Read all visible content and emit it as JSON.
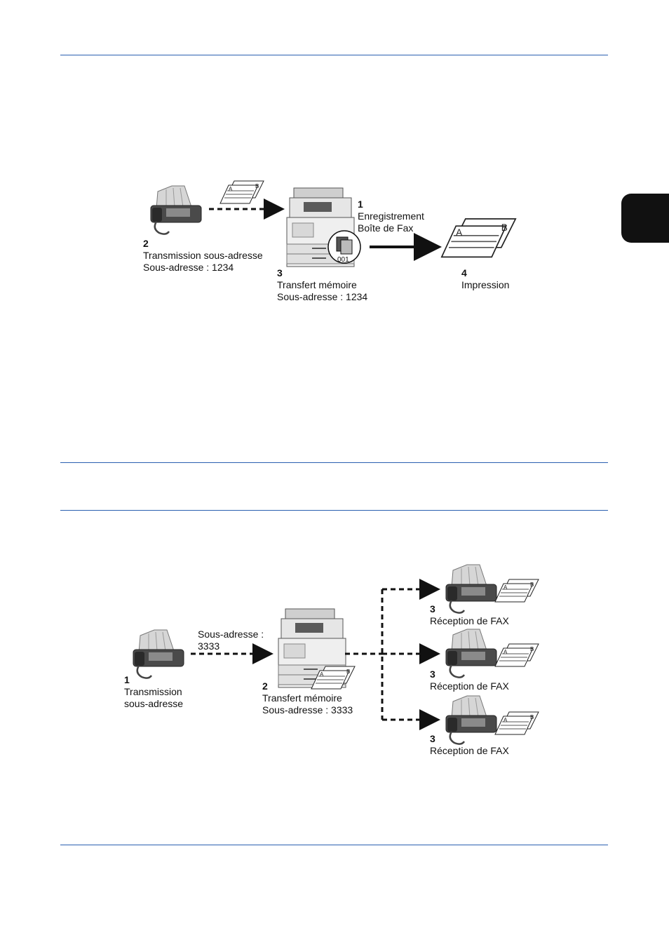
{
  "diagram1": {
    "step1": {
      "num": "1",
      "line1": "Enregistrement",
      "line2": "Boîte de Fax"
    },
    "step2": {
      "num": "2",
      "line1": "Transmission sous-adresse",
      "line2": "Sous-adresse : 1234"
    },
    "step3": {
      "num": "3",
      "line1": "Transfert mémoire",
      "line2": "Sous-adresse : 1234"
    },
    "step4": {
      "num": "4",
      "line1": "Impression"
    },
    "box_number": "001"
  },
  "diagram2": {
    "step1": {
      "num": "1",
      "line1": "Transmission",
      "line2": "sous-adresse"
    },
    "subaddress": {
      "line1": "Sous-adresse :",
      "line2": "3333"
    },
    "step2": {
      "num": "2",
      "line1": "Transfert mémoire",
      "line2": "Sous-adresse : 3333"
    },
    "receivers": [
      {
        "num": "3",
        "label": "Réception de FAX"
      },
      {
        "num": "3",
        "label": "Réception de FAX"
      },
      {
        "num": "3",
        "label": "Réception de FAX"
      }
    ]
  },
  "colors": {
    "rule": "#2a5fb0",
    "tab": "#111111"
  }
}
